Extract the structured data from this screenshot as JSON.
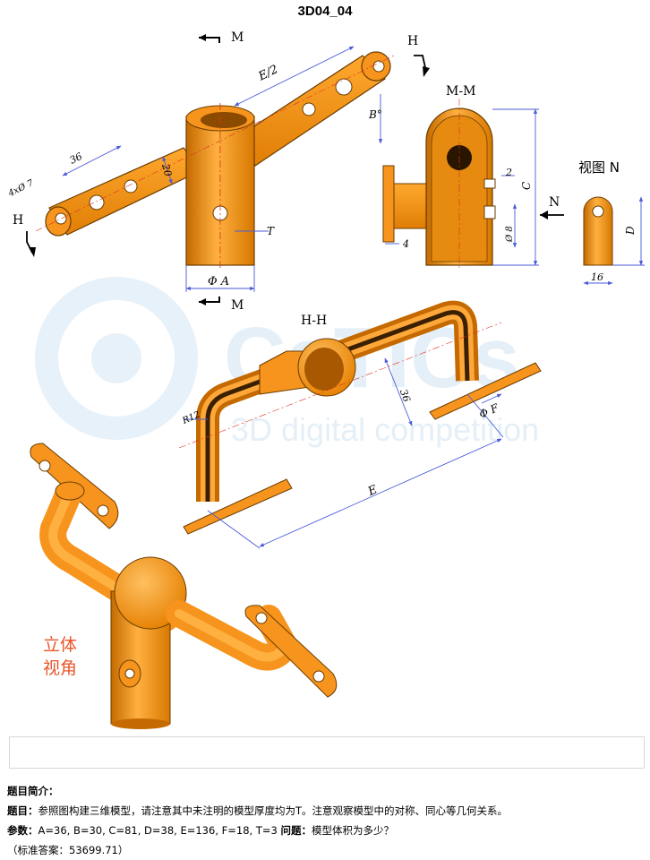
{
  "title": "3D04_04",
  "views": {
    "section_mm": "M-M",
    "section_hh": "H-H",
    "view_n": "视图 N",
    "iso_line1": "立体",
    "iso_line2": "视角",
    "marker_m": "M",
    "marker_h": "H",
    "marker_n": "N"
  },
  "dimensions": {
    "e_half": "E/2",
    "b_angle": "B°",
    "len_36": "36",
    "width_20": "20",
    "holes": "4xØ 7",
    "t": "T",
    "phi_a": "Φ A",
    "c": "C",
    "two": "2",
    "phi_8": "Ø 8",
    "four": "4",
    "d": "D",
    "sixteen": "16",
    "r12": "R12",
    "hh_36": "36",
    "phi_f": "Φ F",
    "e": "E"
  },
  "watermark": {
    "brand": "CaTICs",
    "sub": "3D digital competition"
  },
  "description": {
    "heading": "题目简介：",
    "problem_label": "题目：",
    "problem_text": "参照图构建三维模型，请注意其中未注明的模型厚度均为T。注意观察模型中的对称、同心等几何关系。",
    "params_label": "参数：",
    "params_text": "A=36, B=30, C=81, D=38, E=136, F=18, T=3",
    "question_label": "问题：",
    "question_text": "模型体积为多少？",
    "answer_text": "（标准答案：53699.71）"
  },
  "colors": {
    "part_orange": "#f7941d",
    "part_dark": "#c56a00",
    "dim_blue": "#4a5ad8",
    "center_red": "#e03020",
    "iso_label": "#e8562a"
  }
}
